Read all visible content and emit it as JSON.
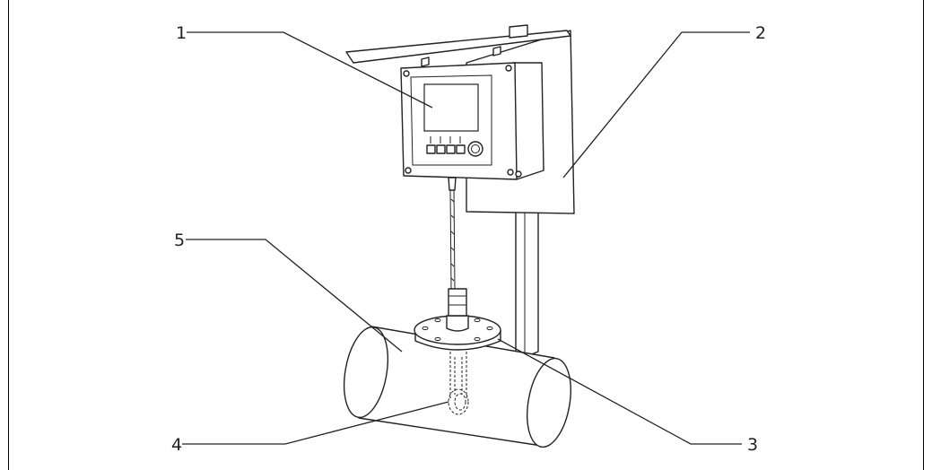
{
  "callouts": [
    {
      "id": "1",
      "label": "1"
    },
    {
      "id": "2",
      "label": "2"
    },
    {
      "id": "3",
      "label": "3"
    },
    {
      "id": "4",
      "label": "4"
    },
    {
      "id": "5",
      "label": "5"
    }
  ],
  "colors": {
    "line": "#222222",
    "background": "#ffffff"
  }
}
